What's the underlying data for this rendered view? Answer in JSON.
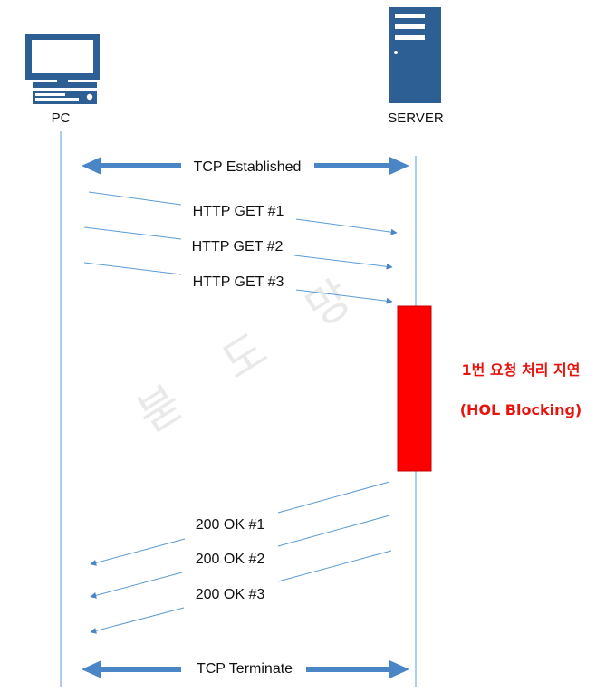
{
  "nodes": {
    "client": "PC",
    "server": "SERVER"
  },
  "messages": {
    "tcp_established": "TCP Established",
    "get1": "HTTP GET #1",
    "get2": "HTTP GET #2",
    "get3": "HTTP GET #3",
    "ok1": "200 OK #1",
    "ok2": "200 OK #2",
    "ok3": "200 OK #3",
    "tcp_terminate": "TCP Terminate"
  },
  "annotation": {
    "line1": "1번 요청 처리 지연",
    "line2": "(HOL Blocking)"
  },
  "watermark": {
    "chars": [
      "붇",
      "도",
      "망"
    ]
  },
  "colors": {
    "line": "#5b9bd5",
    "arrow": "#4a86c6",
    "icon": "#2e5f94",
    "blocking_bar": "#ff0000",
    "annotation_text": "#e8130c"
  },
  "icons": {
    "client": "desktop-pc-icon",
    "server": "server-tower-icon"
  }
}
